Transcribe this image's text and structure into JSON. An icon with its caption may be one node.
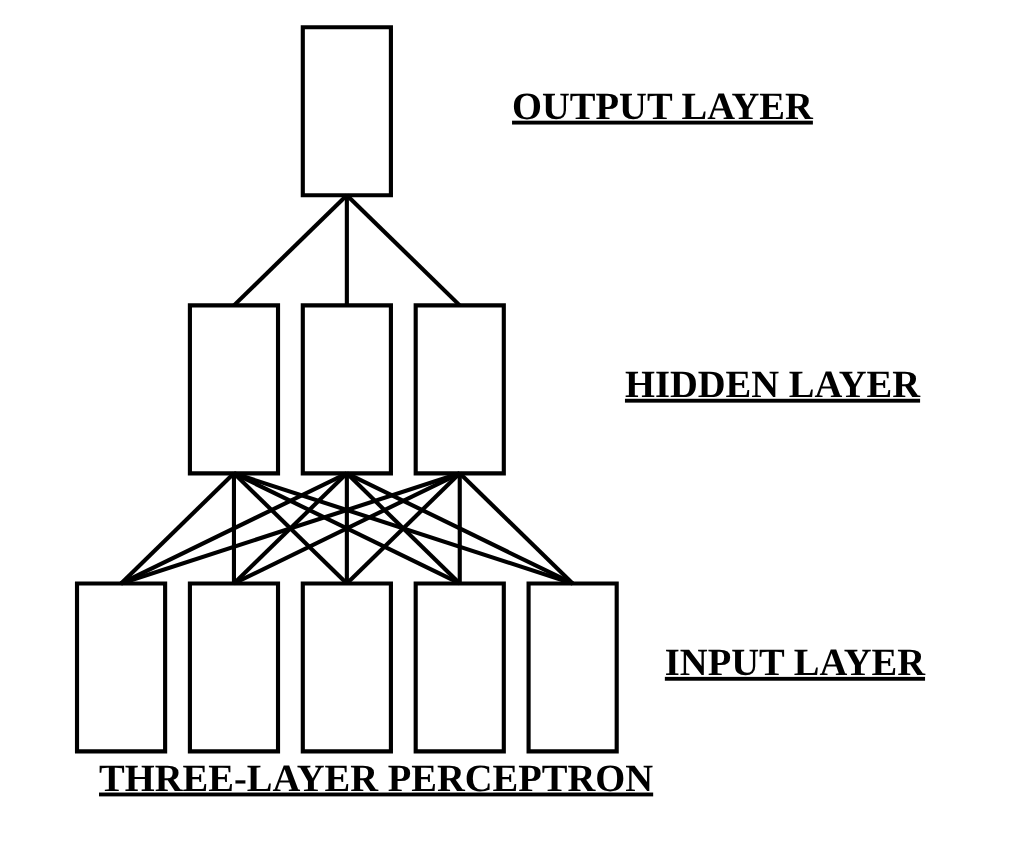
{
  "diagram": {
    "caption": "THREE-LAYER PERCEPTRON",
    "nodes": [
      {
        "text": [],
        "shape": "box"
      },
      {
        "text": [],
        "shape": "box"
      },
      {
        "text": [],
        "shape": "box"
      },
      {
        "text": [],
        "shape": "box"
      },
      {
        "text": [],
        "shape": "box"
      },
      {
        "text": [],
        "shape": "box"
      },
      {
        "text": [],
        "shape": "box"
      },
      {
        "text": [],
        "shape": "box"
      },
      {
        "text": [],
        "shape": "box"
      }
    ],
    "edges": [
      {
        "from": 0,
        "to": 1,
        "arrow": "none"
      },
      {
        "from": 0,
        "to": 2,
        "arrow": "none"
      },
      {
        "from": 0,
        "to": 3,
        "arrow": "none"
      },
      {
        "from": 1,
        "to": 4,
        "arrow": "none"
      },
      {
        "from": 1,
        "to": 5,
        "arrow": "none"
      },
      {
        "from": 1,
        "to": 6,
        "arrow": "none"
      },
      {
        "from": 1,
        "to": 7,
        "arrow": "none"
      },
      {
        "from": 1,
        "to": 8,
        "arrow": "none"
      },
      {
        "from": 2,
        "to": 4,
        "arrow": "none"
      },
      {
        "from": 2,
        "to": 5,
        "arrow": "none"
      },
      {
        "from": 2,
        "to": 6,
        "arrow": "none"
      },
      {
        "from": 2,
        "to": 7,
        "arrow": "none"
      },
      {
        "from": 2,
        "to": 8,
        "arrow": "none"
      },
      {
        "from": 3,
        "to": 4,
        "arrow": "none"
      },
      {
        "from": 3,
        "to": 5,
        "arrow": "none"
      },
      {
        "from": 3,
        "to": 6,
        "arrow": "none"
      },
      {
        "from": 3,
        "to": 7,
        "arrow": "none"
      },
      {
        "from": 3,
        "to": 8,
        "arrow": "none"
      }
    ],
    "labels": [
      "OUTPUT LAYER",
      "HIDDEN LAYER",
      "INPUT LAYER"
    ]
  }
}
